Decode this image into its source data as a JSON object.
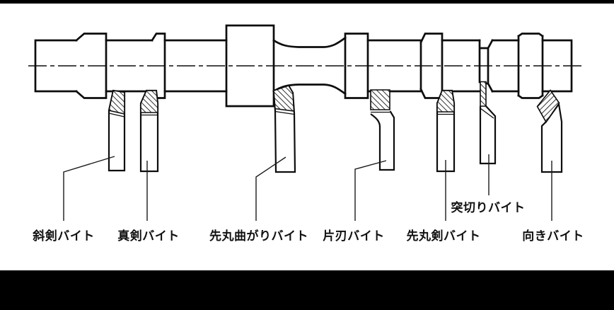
{
  "colors": {
    "line": "#0d0d0d",
    "background": "#ffffff",
    "frame_bar": "#000000"
  },
  "diagram": {
    "type": "engineering-line-drawing",
    "subject": "lathe-cutting-tools-on-turned-shaft",
    "tool_labels": [
      {
        "id": "label-oblique-point-tool",
        "text": "斜剣バイト"
      },
      {
        "id": "label-straight-point-tool",
        "text": "真剣バイト"
      },
      {
        "id": "label-round-nose-bent-tool",
        "text": "先丸曲がりバイト"
      },
      {
        "id": "label-side-cutting-tool",
        "text": "片刃バイト"
      },
      {
        "id": "label-round-nose-point-tool",
        "text": "先丸剣バイト"
      },
      {
        "id": "label-parting-tool",
        "text": "突切りバイト"
      },
      {
        "id": "label-facing-tool",
        "text": "向きバイト"
      }
    ]
  }
}
